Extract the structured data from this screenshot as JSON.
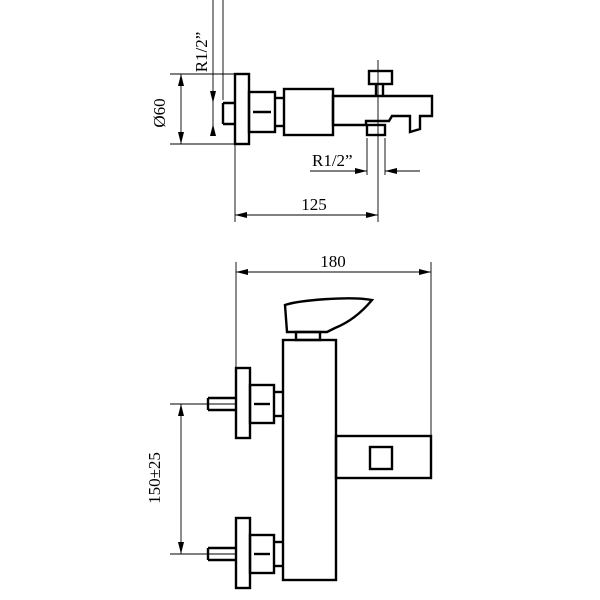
{
  "dimensions": {
    "thread_top": "R1/2”",
    "diameter": "Ø60",
    "thread_outlet": "R1/2”",
    "depth": "125",
    "width": "180",
    "center_distance": "150±25"
  }
}
